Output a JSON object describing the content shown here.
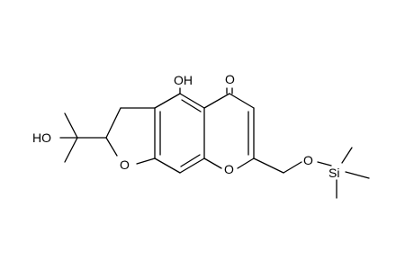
{
  "atom_labels": {
    "oh_top": "OH",
    "ketone_o": "O",
    "oh_left": "HO",
    "furan_o": "O",
    "pyran_o": "O",
    "ether_o": "O",
    "silicon": "Si"
  },
  "colors": {
    "bond": "#000000",
    "background": "#ffffff"
  }
}
